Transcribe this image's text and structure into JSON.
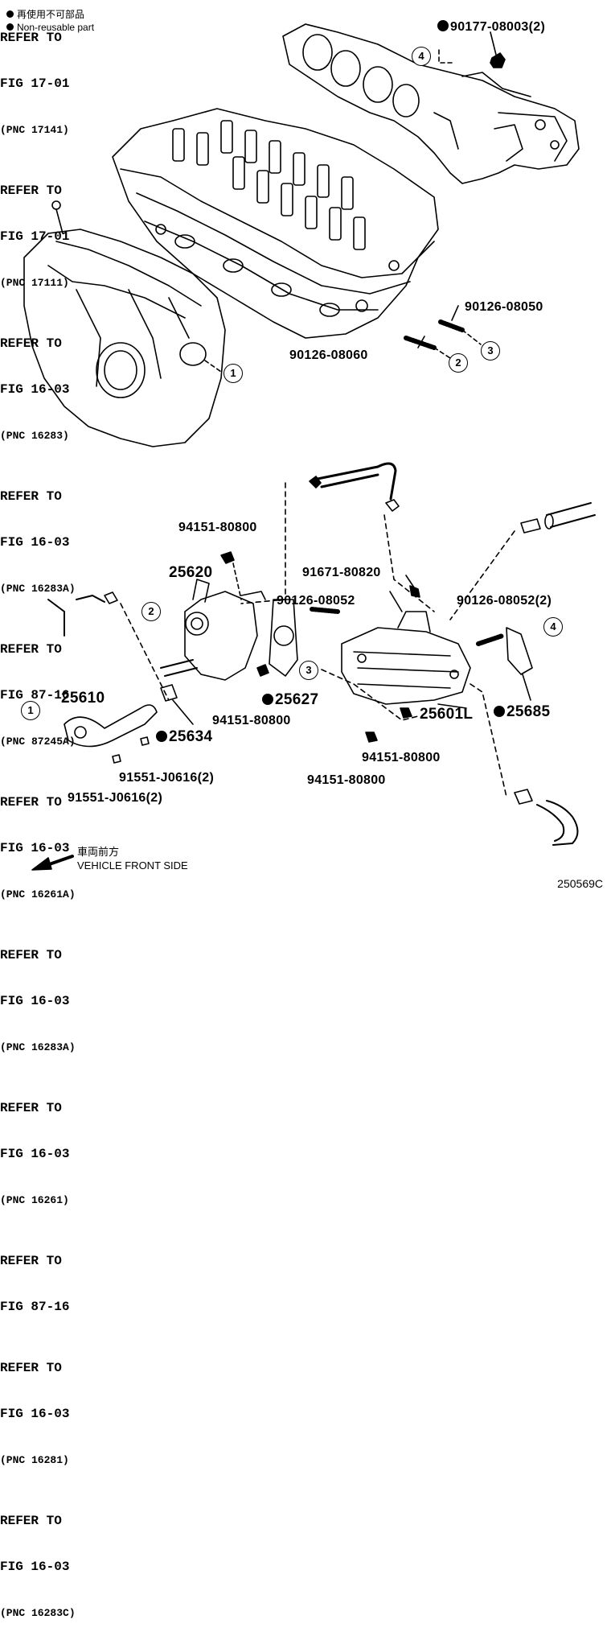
{
  "legend": {
    "line1": "再使用不可部品",
    "line2": "Non-reusable part"
  },
  "refs": [
    {
      "line1": "REFER TO",
      "line2": "FIG 17-01",
      "pnc": "(PNC 17141)"
    },
    {
      "line1": "REFER TO",
      "line2": "FIG 17-01",
      "pnc": "(PNC 17111)"
    },
    {
      "line1": "REFER TO",
      "line2": "FIG 16-03",
      "pnc": "(PNC 16283)"
    },
    {
      "line1": "REFER TO",
      "line2": "FIG 16-03",
      "pnc": "(PNC 16283A)"
    },
    {
      "line1": "REFER TO",
      "line2": "FIG 87-16",
      "pnc": "(PNC 87245A)"
    },
    {
      "line1": "REFER TO",
      "line2": "FIG 16-03",
      "pnc": "(PNC 16261A)"
    },
    {
      "line1": "REFER TO",
      "line2": "FIG 16-03",
      "pnc": "(PNC 16283A)"
    },
    {
      "line1": "REFER TO",
      "line2": "FIG 16-03",
      "pnc": "(PNC 16261)"
    },
    {
      "line1": "REFER TO",
      "line2": "FIG 87-16",
      "pnc": ""
    },
    {
      "line1": "REFER TO",
      "line2": "FIG 16-03",
      "pnc": "(PNC 16281)"
    },
    {
      "line1": "REFER TO",
      "line2": "FIG 16-03",
      "pnc": "(PNC 16283C)"
    }
  ],
  "parts": {
    "p_90177": "90177-08003(2)",
    "p_90126_08050": "90126-08050",
    "p_90126_08060": "90126-08060",
    "p_94151_a": "94151-80800",
    "p_25620": "25620",
    "p_91671": "91671-80820",
    "p_90126_08052": "90126-08052",
    "p_90126_08052_2": "90126-08052(2)",
    "p_25627": "25627",
    "p_94151_b": "94151-80800",
    "p_25610": "25610",
    "p_25634": "25634",
    "p_25601l": "25601L",
    "p_25685": "25685",
    "p_94151_c": "94151-80800",
    "p_94151_d": "94151-80800",
    "p_91551_a": "91551-J0616(2)",
    "p_91551_b": "91551-J0616(2)"
  },
  "callouts": [
    "1",
    "2",
    "3",
    "4",
    "2",
    "1",
    "3",
    "4"
  ],
  "front": {
    "jp": "車両前方",
    "en": "VEHICLE FRONT SIDE"
  },
  "figure_id": "250569C"
}
